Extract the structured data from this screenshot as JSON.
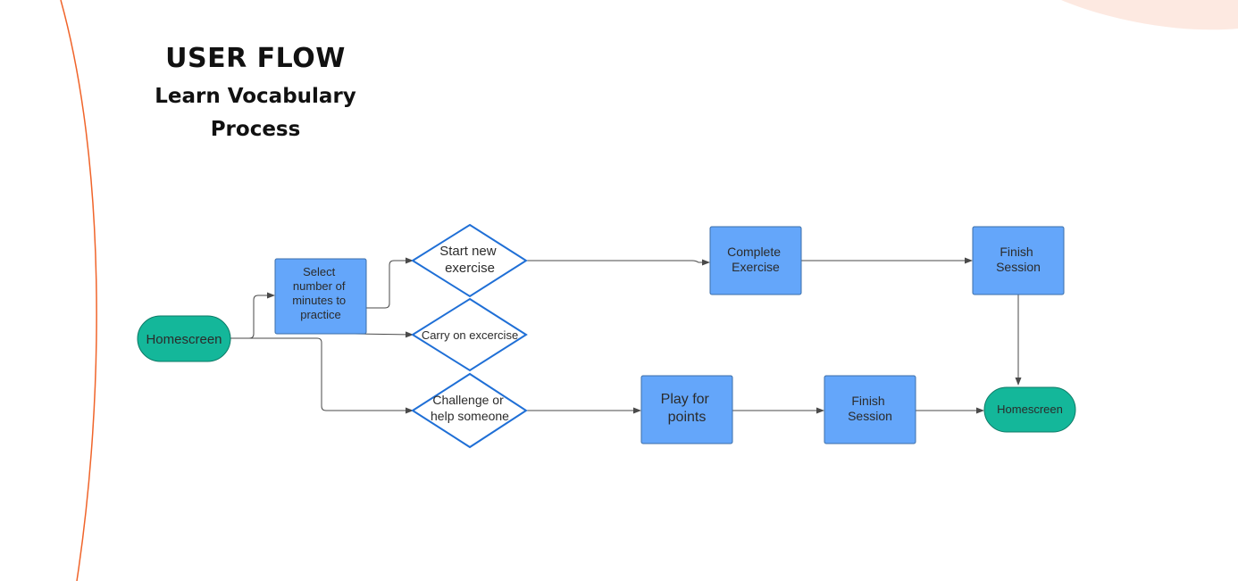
{
  "title": {
    "main": "USER FLOW",
    "sub_line1": "Learn Vocabulary",
    "sub_line2": "Process"
  },
  "colors": {
    "process_fill": "#64a6fa",
    "process_stroke": "#3b6ea8",
    "terminal_fill": "#14b79a",
    "terminal_stroke": "#0d7a66",
    "decision_stroke": "#1f6fd6",
    "connector": "#4a4a4a",
    "slide_curve": "#f0642a",
    "slide_blob": "#fde9e1"
  },
  "nodes": {
    "homescreen_start": {
      "type": "terminal",
      "lines": [
        "Homescreen"
      ]
    },
    "select_minutes": {
      "type": "process",
      "lines": [
        "Select",
        "number of",
        "minutes to",
        "practice"
      ]
    },
    "start_new_exercise": {
      "type": "decision",
      "lines": [
        "Start new",
        "exercise"
      ]
    },
    "carry_on_exercise": {
      "type": "decision",
      "lines": [
        "Carry on excercise"
      ]
    },
    "challenge_help": {
      "type": "decision",
      "lines": [
        "Challenge or",
        "help someone"
      ]
    },
    "complete_exercise": {
      "type": "process",
      "lines": [
        "Complete",
        "Exercise"
      ]
    },
    "finish_session_top": {
      "type": "process",
      "lines": [
        "Finish",
        "Session"
      ]
    },
    "play_for_points": {
      "type": "process",
      "lines": [
        "Play for",
        "points"
      ]
    },
    "finish_session_bottom": {
      "type": "process",
      "lines": [
        "Finish",
        "Session"
      ]
    },
    "homescreen_end": {
      "type": "terminal",
      "lines": [
        "Homescreen"
      ]
    }
  },
  "edges": [
    {
      "from": "homescreen_start",
      "to": "select_minutes"
    },
    {
      "from": "homescreen_start",
      "to": "challenge_help"
    },
    {
      "from": "select_minutes",
      "to": "start_new_exercise"
    },
    {
      "from": "select_minutes",
      "to": "carry_on_exercise"
    },
    {
      "from": "start_new_exercise",
      "to": "complete_exercise"
    },
    {
      "from": "complete_exercise",
      "to": "finish_session_top"
    },
    {
      "from": "finish_session_top",
      "to": "homescreen_end"
    },
    {
      "from": "challenge_help",
      "to": "play_for_points"
    },
    {
      "from": "play_for_points",
      "to": "finish_session_bottom"
    },
    {
      "from": "finish_session_bottom",
      "to": "homescreen_end"
    }
  ]
}
